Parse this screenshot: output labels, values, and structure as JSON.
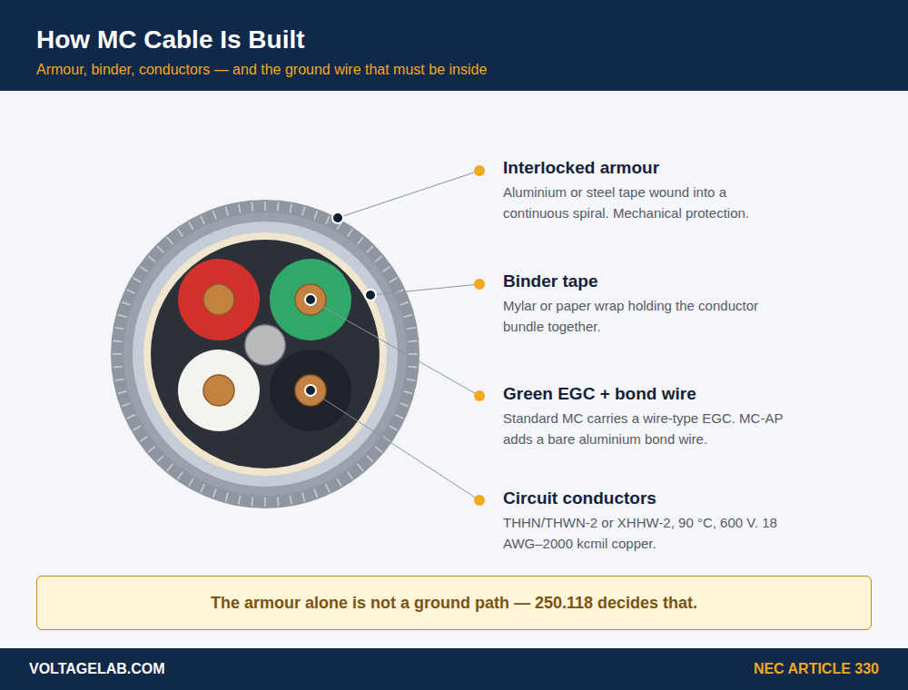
{
  "diagram": {
    "title": "How MC Cable Is Built",
    "caption": "Armour, binder, conductors — and the ground wire that must be inside",
    "nodes": [
      {
        "text": [
          "The armour alone is not a ground path — 250.118 decides that."
        ]
      },
      {
        "text": [
          "VOLTAGELAB.COM",
          "NEC ARTICLE 330"
        ]
      }
    ],
    "labels": [
      "Interlocked armour",
      "Aluminium or steel tape wound into a continuous spiral. Mechanical protection.",
      "Binder tape",
      "Mylar or paper wrap holding the conductor bundle together.",
      "Green EGC + bond wire",
      "Standard MC carries a wire-type EGC. MC-AP adds a bare aluminium bond wire.",
      "Circuit conductors",
      "THHN/THWN-2 or XHHW-2, 90 °C, 600 V. 18 AWG–2000 kcmil copper."
    ]
  }
}
